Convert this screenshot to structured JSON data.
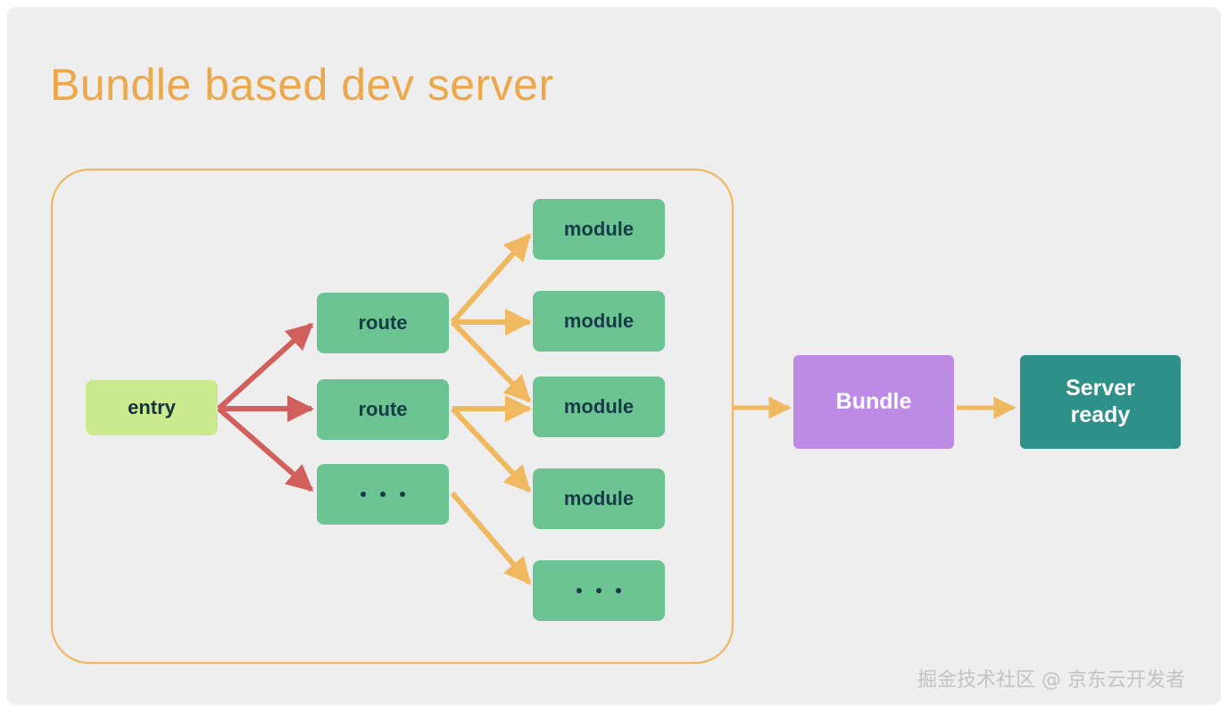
{
  "title": "Bundle based dev server",
  "watermark": "掘金技术社区 @ 京东云开发者",
  "colors": {
    "page_background": "#ffffff",
    "canvas_background": "#eeeeee",
    "title": "#eca84a",
    "container_border": "#efb860",
    "entry_fill": "#cbe98d",
    "node_fill": "#6cc493",
    "node_text": "#163b47",
    "bundle_fill": "#bd8ae6",
    "server_fill": "#2d9189",
    "arrow_red": "#d1605d",
    "arrow_orange": "#f0b85f",
    "watermark_text": "#c3c3c3"
  },
  "diagram": {
    "container_label": "bundle-graph-container",
    "nodes": {
      "entry": {
        "label": "entry",
        "kind": "entry"
      },
      "route_1": {
        "label": "route",
        "kind": "route"
      },
      "route_2": {
        "label": "route",
        "kind": "route"
      },
      "route_more": {
        "label": "...",
        "kind": "route-ellipsis"
      },
      "module_1": {
        "label": "module",
        "kind": "module"
      },
      "module_2": {
        "label": "module",
        "kind": "module"
      },
      "module_3": {
        "label": "module",
        "kind": "module"
      },
      "module_4": {
        "label": "module",
        "kind": "module"
      },
      "module_more": {
        "label": "...",
        "kind": "module-ellipsis"
      },
      "bundle": {
        "label": "Bundle",
        "kind": "bundle"
      },
      "server": {
        "label": "Server\nready",
        "kind": "server"
      }
    },
    "edges": [
      {
        "from": "entry",
        "to": "route_1",
        "color": "#d1605d"
      },
      {
        "from": "entry",
        "to": "route_2",
        "color": "#d1605d"
      },
      {
        "from": "entry",
        "to": "route_more",
        "color": "#d1605d"
      },
      {
        "from": "route_1",
        "to": "module_1",
        "color": "#f0b85f"
      },
      {
        "from": "route_1",
        "to": "module_2",
        "color": "#f0b85f"
      },
      {
        "from": "route_1",
        "to": "module_3",
        "color": "#f0b85f"
      },
      {
        "from": "route_2",
        "to": "module_3",
        "color": "#f0b85f"
      },
      {
        "from": "route_2",
        "to": "module_4",
        "color": "#f0b85f"
      },
      {
        "from": "route_more",
        "to": "module_more",
        "color": "#f0b85f"
      },
      {
        "from": "container",
        "to": "bundle",
        "color": "#f0b85f"
      },
      {
        "from": "bundle",
        "to": "server",
        "color": "#f0b85f"
      }
    ]
  }
}
